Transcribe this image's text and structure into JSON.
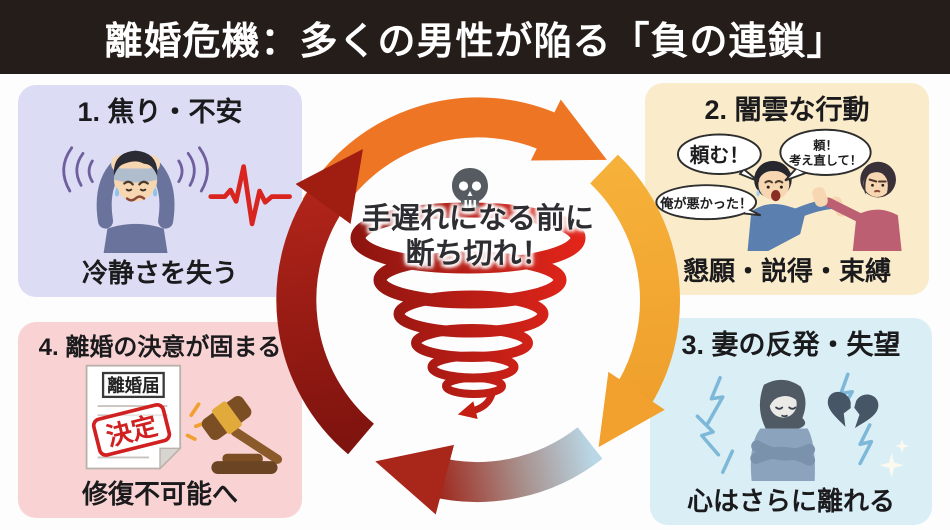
{
  "header": {
    "title": "離婚危機：多くの男性が陥る「負の連鎖」"
  },
  "cycle": {
    "warning_line1": "手遅れになる前に",
    "warning_line2": "断ち切れ！"
  },
  "steps": {
    "step1": {
      "title": "1. 焦り・不安",
      "caption": "冷静さを失う"
    },
    "step2": {
      "title": "2. 闇雲な行動",
      "caption": "懇願・説得・束縛",
      "bubble_plead": "頼む！",
      "bubble_reconsider_line1": "頼！",
      "bubble_reconsider_line2": "考え直して！",
      "bubble_apology": "俺が悪かった！"
    },
    "step3": {
      "title": "3. 妻の反発・失望",
      "caption": "心はさらに離れる"
    },
    "step4": {
      "title": "4. 離婚の決意が固まる",
      "caption": "修復不可能へ",
      "paper_label": "離婚届",
      "stamp_label": "決定"
    }
  },
  "colors": {
    "header_bg": "#241d1a",
    "step1_bg": "#dcdcf4",
    "step2_bg": "#faecca",
    "step3_bg": "#daeef6",
    "step4_bg": "#f9d3d3",
    "arc_top_orange": "#ee7524",
    "arc_right_gold": "#f4a832",
    "arc_bottom_gradient_start": "#b9d7e6",
    "arc_bottom_gradient_end": "#9e2418",
    "arc_left_dark_red": "#a01d12",
    "tornado_red": "#c41d12",
    "stamp_red": "#d02020",
    "ekg_red": "#d9251f"
  }
}
